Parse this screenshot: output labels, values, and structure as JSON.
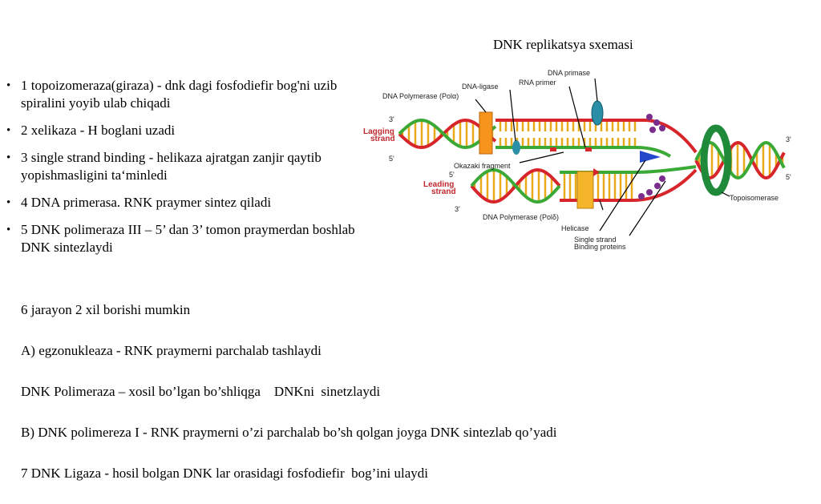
{
  "slide": {
    "title": "DNK replikatsya sxemasi",
    "bullets": [
      "1 topoizomeraza(giraza)  - dnk dagi fosfodiefir bog'ni uzib  spiralini yoyib ulab chiqadi",
      "2 xelikaza - H boglani uzadi",
      "3 single strand binding - helikaza ajratgan zanjir qaytib yopishmasligini ta‘minledi",
      "4 DNA primerasa. RNK praymer sintez qiladi",
      "5 DNK polimeraza III – 5’ dan 3’ tomon praymerdan boshlab DNK sintezlaydi"
    ],
    "paragraph_lines": [
      "6 jarayon 2 xil borishi mumkin",
      "A) egzonukleaza - RNK praymerni parchalab tashlaydi",
      "DNK Polimeraza – xosil bo’lgan bo’shliqga    DNKni  sinetzlaydi",
      "B) DNK polimereza I - RNK praymerni o’zi parchalab bo’sh qolgan joyga DNK sintezlab qo’yadi",
      "7 DNK Ligaza - hosil bolgan DNK lar orasidagi fosfodiefir  bog’ini ulaydi"
    ]
  },
  "diagram": {
    "labels": {
      "dna_primase": "DNA primase",
      "rna_primer": "RNA primer",
      "dna_ligase": "DNA-ligase",
      "dna_pol_alpha": "DNA Polymerase (Polα)",
      "lagging_1": "Lagging",
      "lagging_2": "strand",
      "leading_1": "Leading",
      "leading_2": "strand",
      "okazaki": "Okazaki fragment",
      "dna_pol_delta": "DNA Polymerase (Polδ)",
      "helicase": "Helicase",
      "ssb_1": "Single strand",
      "ssb_2": "Binding proteins",
      "topo": "Topoisomerase",
      "end_3_top": "3'",
      "end_5_top": "5'",
      "end_5_mid": "5'",
      "end_3_bot": "3'",
      "end_3_right": "3'",
      "end_5_right": "5'"
    },
    "colors": {
      "strand_red": "#d7262b",
      "strand_green": "#3aa935",
      "rung": "#e8a91a",
      "polymerase": "#f7941d",
      "primase": "#2a8fa6",
      "ssb": "#7b2d8e",
      "helicase": "#2348c9",
      "topoisomerase": "#1f8a3a"
    }
  }
}
